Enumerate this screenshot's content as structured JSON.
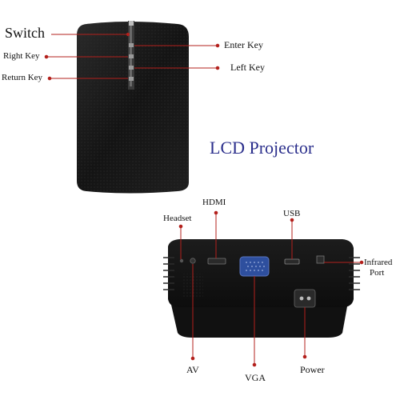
{
  "title": "LCD Projector",
  "top_labels": {
    "switch": "Switch",
    "right_key": "Right Key",
    "return_key": "Return Key",
    "enter_key": "Enter Key",
    "left_key": "Left Key"
  },
  "bottom_labels": {
    "hdmi": "HDMI",
    "usb": "USB",
    "headset": "Headset",
    "infrared_port": [
      "Infrared",
      "Port"
    ],
    "av": "AV",
    "vga": "VGA",
    "power": "Power"
  },
  "colors": {
    "leader": "#b3201c",
    "title": "#2b2f8c",
    "body": "#1a1a1a",
    "vga": "#2e4f9e"
  }
}
